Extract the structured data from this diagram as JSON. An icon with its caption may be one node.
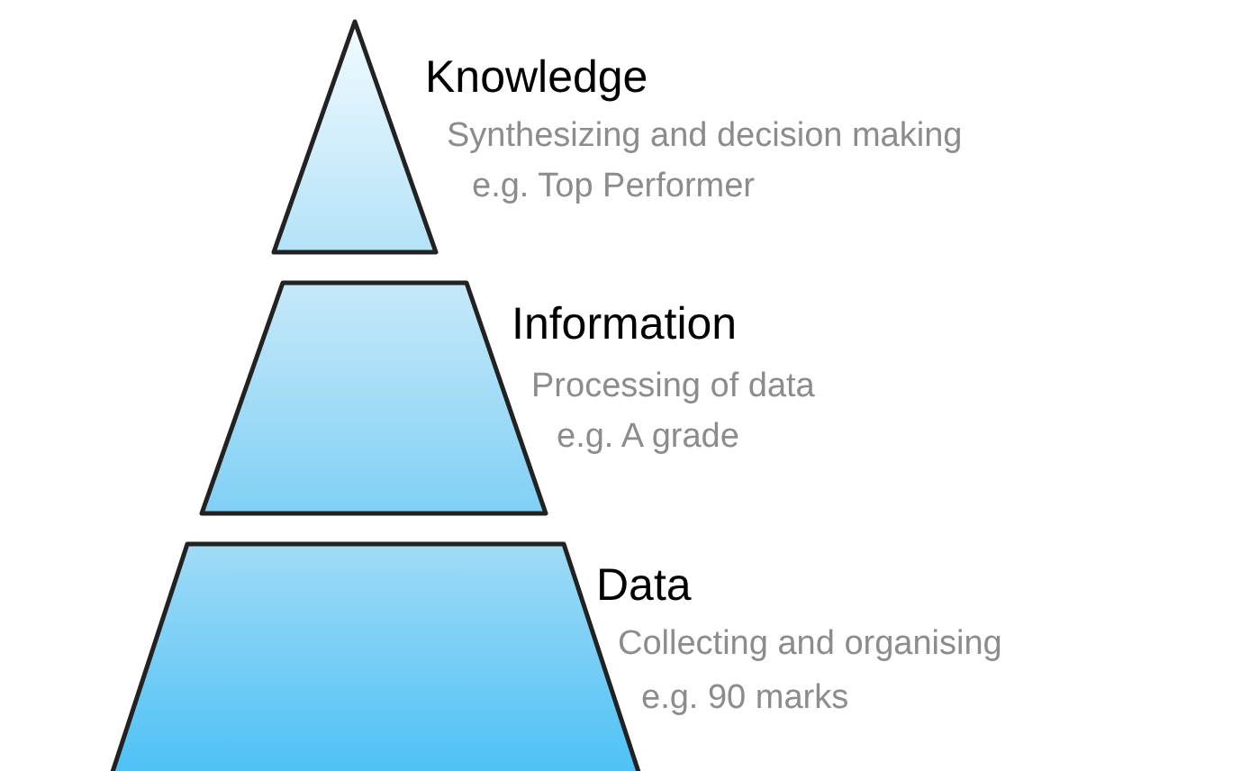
{
  "diagram": {
    "nodes": [
      {
        "text": [
          "Knowledge",
          "Synthesizing and decision making",
          "e.g. Top Performer"
        ]
      },
      {
        "text": [
          "Information",
          "Processing of data",
          "e.g. A grade"
        ]
      },
      {
        "text": [
          "Data",
          "Collecting and organising",
          "e.g. 90 marks"
        ]
      }
    ]
  }
}
